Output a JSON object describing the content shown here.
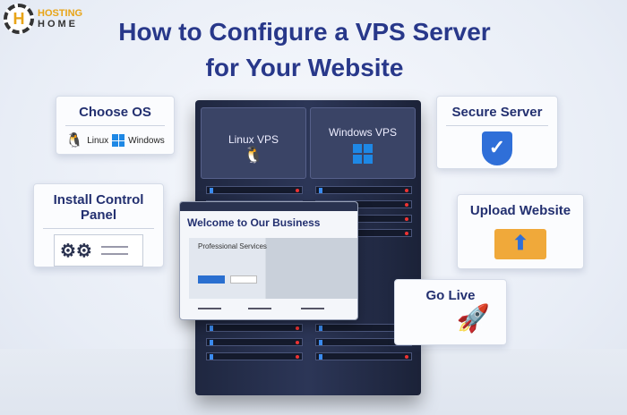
{
  "logo": {
    "line1": "HOSTING",
    "line2": "HOME",
    "mark": "H"
  },
  "title": {
    "line1": "How to Configure a VPS Server",
    "line2": "for Your Website"
  },
  "steps": {
    "choose_os": {
      "label": "Choose OS",
      "linux": "Linux",
      "windows": "Windows"
    },
    "control_panel": {
      "label": "Install Control Panel"
    },
    "secure": {
      "label": "Secure Server"
    },
    "upload": {
      "label": "Upload Website"
    },
    "golive": {
      "label": "Go Live"
    }
  },
  "server": {
    "left_bay": "Linux VPS",
    "right_bay": "Windows VPS"
  },
  "browser": {
    "heading": "Welcome to Our Business",
    "subheading": "Professional Services"
  },
  "colors": {
    "title": "#28388a",
    "accent": "#e8a417",
    "server": "#2c3657",
    "windows": "#1e88e5"
  }
}
